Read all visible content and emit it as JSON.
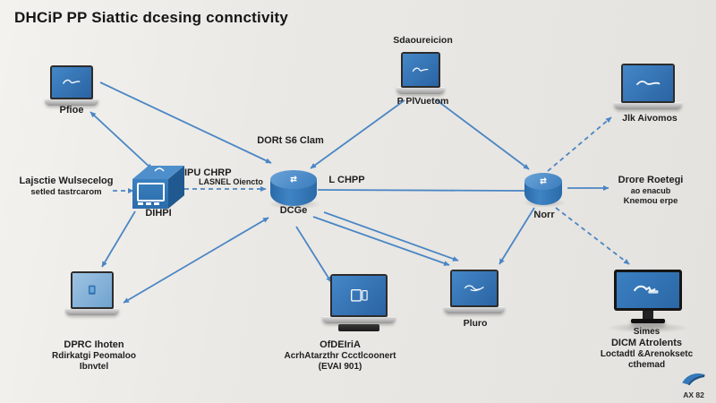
{
  "title": "DHCiP PP Siattic dcesing connctivity",
  "devices": {
    "laptop_top_left": {
      "label": "Pfioe"
    },
    "switch_left": {
      "label": "DIHPI"
    },
    "router_center": {
      "label": "DCGe"
    },
    "laptop_top_center": {
      "label_above": "Sdaoureicion",
      "label_below": "P PlVuetom"
    },
    "laptop_top_right": {
      "label": "Jlk Aivomos"
    },
    "router_right": {
      "label": "Norr"
    },
    "laptop_bottom_left": {
      "lines": [
        "DPRC Ihoten",
        "Rdirkatgi Peomaloo",
        "Ibnvtel"
      ]
    },
    "laptop_bottom_center": {
      "lines": [
        "OfDEIriA",
        "AcrhAtarzthr Ccctlcoonert",
        "(EVAI 901)"
      ]
    },
    "laptop_bottom_mid": {
      "label": "Pluro"
    },
    "monitor_bottom_right": {
      "lines": [
        "Simes",
        "DICM Atrolents",
        "Loctadtl &Arenoksetc",
        "cthemad"
      ]
    }
  },
  "annotations": {
    "left_note_line1": "Lajsctie Wulsecelog",
    "left_note_line2": "setled tastrcarom",
    "top_center_note": "DORt S6 Clam",
    "link_label_line1": "IPU CHRP",
    "link_label_line2": "LASNEL Oiencto",
    "link_label_right": "L CHPP",
    "right_note_line1": "Drore Roetegi",
    "right_note_line2": "ao enacub",
    "right_note_line3": "Knemou erpe",
    "router_glyph": "⇄"
  },
  "logo": {
    "caption": "AX 82"
  },
  "colors": {
    "device_blue": "#3077b6",
    "arrow_blue": "#4a86c5",
    "screen_blue": "#2f72b0"
  }
}
